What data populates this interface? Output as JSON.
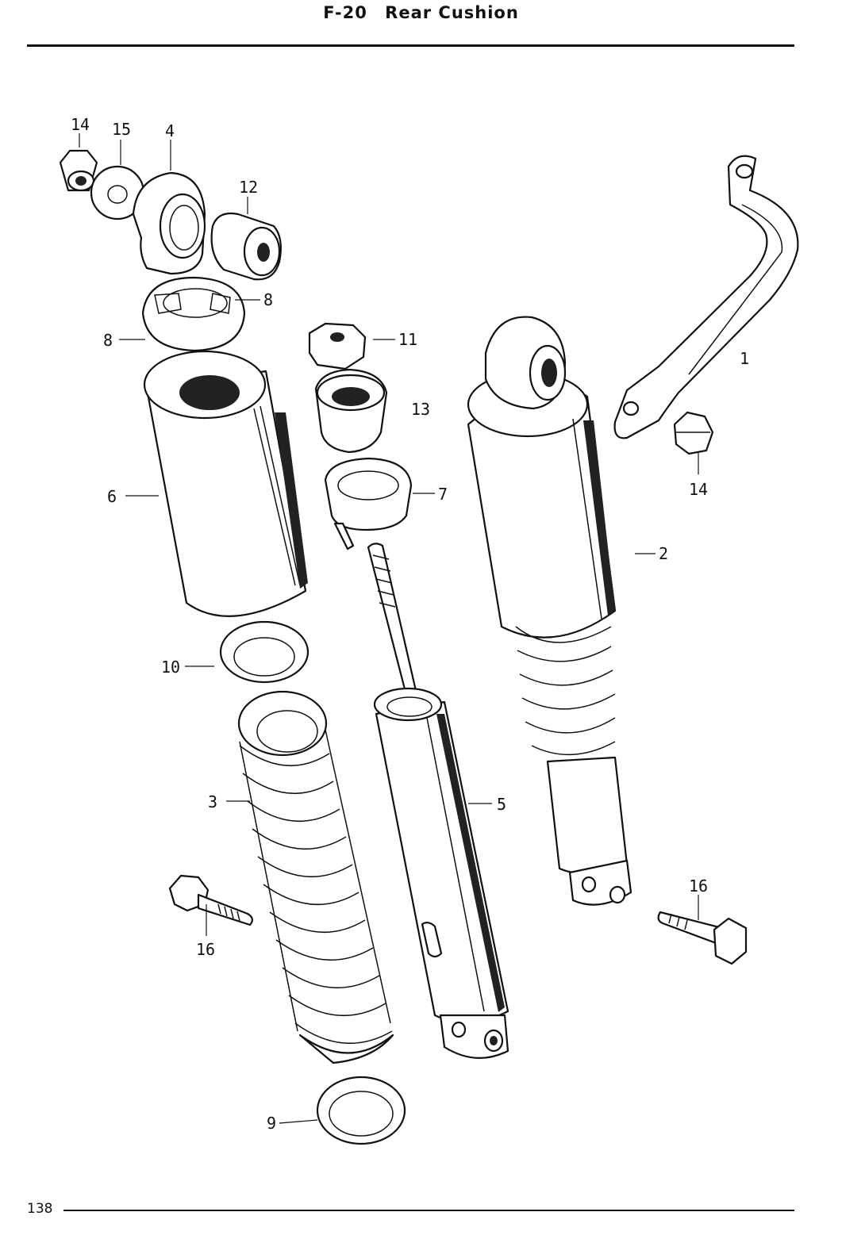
{
  "header": {
    "code": "F-20",
    "title": "Rear Cushion"
  },
  "footer": {
    "page_number": "138"
  },
  "callouts": {
    "c14a": "14",
    "c15": "15",
    "c4": "4",
    "c12": "12",
    "c8a": "8",
    "c8b": "8",
    "c11": "11",
    "c13": "13",
    "c1": "1",
    "c14b": "14",
    "c6": "6",
    "c7": "7",
    "c2": "2",
    "c10": "10",
    "c3": "3",
    "c5": "5",
    "c16a": "16",
    "c16b": "16",
    "c9": "9"
  }
}
